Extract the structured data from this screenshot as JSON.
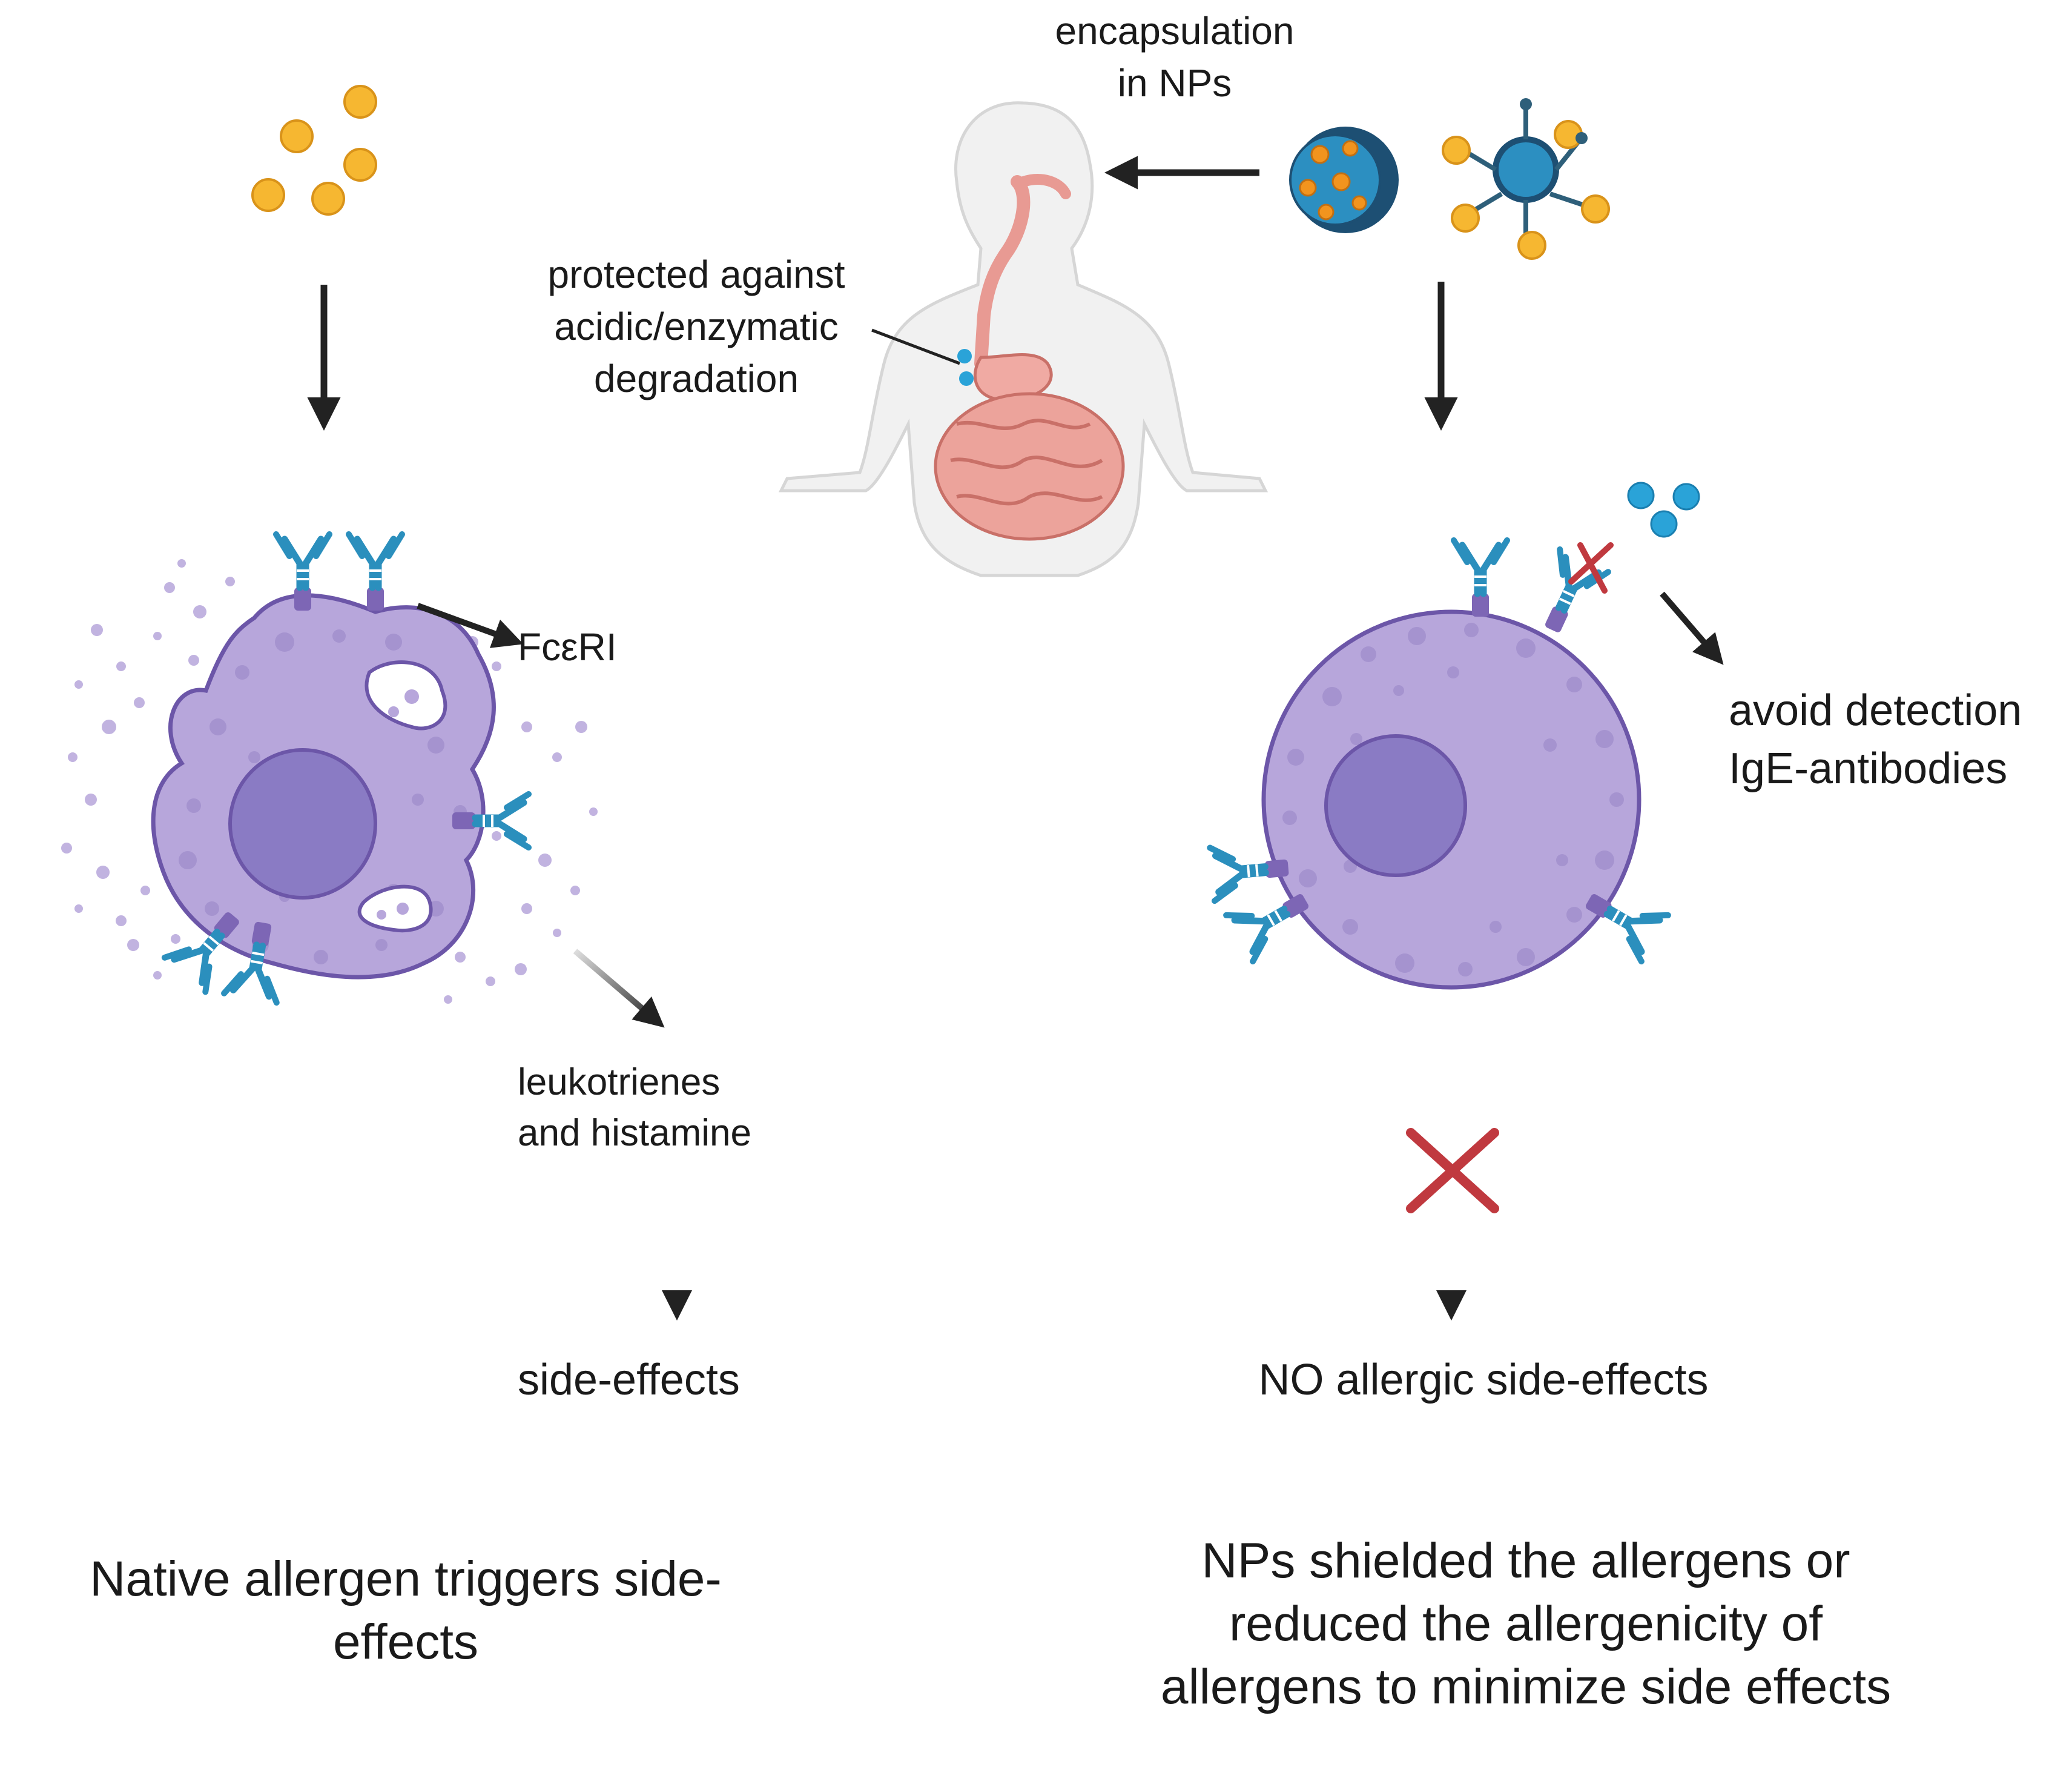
{
  "labels": {
    "encapsulation": [
      "encapsulation",
      "in NPs"
    ],
    "protected": [
      "protected against",
      "acidic/enzymatic",
      "degradation"
    ],
    "fceri": "FcεRI",
    "avoid": [
      "avoid detection",
      "IgE-antibodies"
    ],
    "mediators": [
      "leukotrienes",
      "and histamine"
    ],
    "side_effects": "side-effects",
    "no_side_effects": "NO allergic side-effects",
    "left_caption": [
      "Native allergen triggers side-",
      "effects"
    ],
    "right_caption": [
      "NPs shielded the allergens or",
      "reduced the allergenicity of",
      "allergens to minimize side effects"
    ]
  },
  "colors": {
    "allergen": "#f6b731",
    "allergen_stroke": "#d9931a",
    "cell_fill": "#b7a6db",
    "cell_stroke": "#6c56a8",
    "nucleus": "#8a7bc4",
    "antibody": "#2b8fbd",
    "receptor": "#7d66b5",
    "arrow": "#222222",
    "cross": "#c0393f",
    "np_shell": "#1d4f73",
    "np_core": "#2c8fc1",
    "body": "#f1f1f1",
    "gut": "#e89a93"
  }
}
